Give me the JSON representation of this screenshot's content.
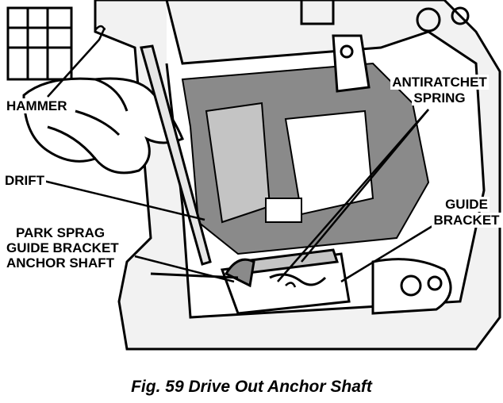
{
  "figure": {
    "caption": "Fig. 59 Drive Out Anchor Shaft",
    "labels": {
      "hammer": "HAMMER",
      "drift": "DRIFT",
      "anchor_line1": "PARK SPRAG",
      "anchor_line2": "GUIDE BRACKET",
      "anchor_line3": "ANCHOR SHAFT",
      "spring_line1": "ANTIRATCHET",
      "spring_line2": "SPRING",
      "guide_line1": "GUIDE",
      "guide_line2": "BRACKET"
    },
    "colors": {
      "ink": "#000000",
      "paper": "#ffffff",
      "shade": "#8a8a8a",
      "light_shade": "#c4c4c4"
    }
  }
}
